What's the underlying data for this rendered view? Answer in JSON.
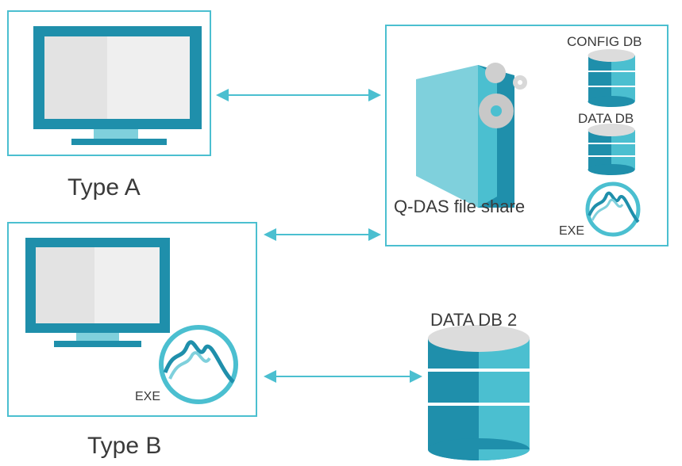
{
  "labels": {
    "type_a": "Type A",
    "type_b": "Type B",
    "config_db": "CONFIG DB",
    "data_db": "DATA DB",
    "file_share": "Q-DAS file share",
    "exe_share": "EXE",
    "exe_type_b": "EXE",
    "data_db_2": "DATA DB 2"
  },
  "colors": {
    "accent": "#4bbfd0",
    "accent_dark": "#1f8fab",
    "accent_light": "#7fd0dc",
    "screen_left": "#e3e3e3",
    "screen_right": "#efefef",
    "cylinder_top": "#dcdcdc",
    "gear": "#c8c8c8"
  },
  "icons": [
    "monitor-icon",
    "database-icon",
    "folder-gears-icon",
    "exe-logo-icon",
    "double-arrow-icon"
  ]
}
